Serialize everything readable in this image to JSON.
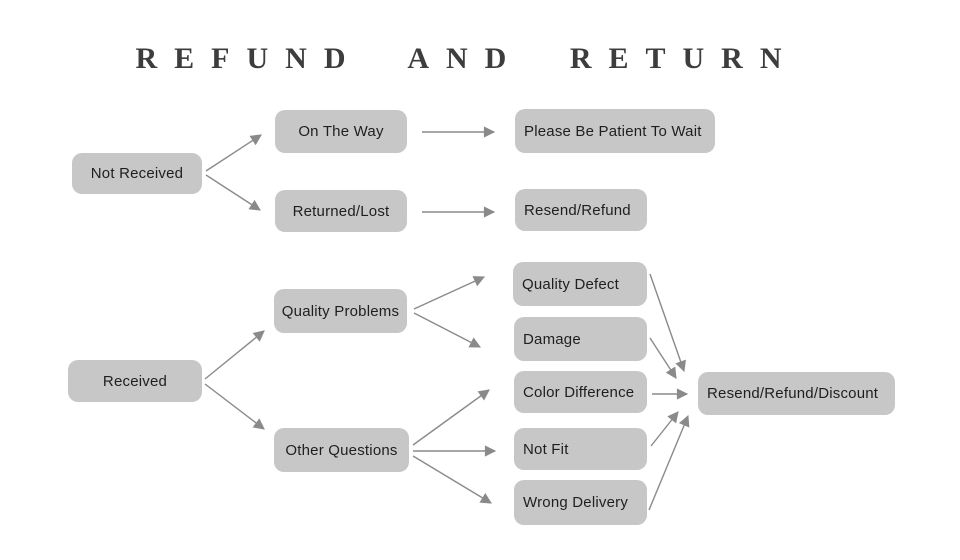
{
  "title": "REFUND AND RETURN",
  "colors": {
    "background": "#ffffff",
    "box_fill": "#c7c7c7",
    "box_text": "#1f1f1f",
    "arrow": "#8a8a8a",
    "title_text": "#3d3d3d"
  },
  "nodes": {
    "not_received": {
      "label": "Not Received"
    },
    "on_the_way": {
      "label": "On The Way"
    },
    "returned_lost": {
      "label": "Returned/Lost"
    },
    "please_wait": {
      "label": "Please Be Patient To Wait"
    },
    "resend_refund": {
      "label": "Resend/Refund"
    },
    "received": {
      "label": "Received"
    },
    "quality_problems": {
      "label": "Quality Problems"
    },
    "other_questions": {
      "label": "Other Questions"
    },
    "quality_defect": {
      "label": "Quality Defect"
    },
    "damage": {
      "label": "Damage"
    },
    "color_difference": {
      "label": "Color Difference"
    },
    "not_fit": {
      "label": "Not Fit"
    },
    "wrong_delivery": {
      "label": "Wrong Delivery"
    },
    "resend_refund_discount": {
      "label": "Resend/Refund/Discount"
    }
  },
  "edges": [
    {
      "from": "not_received",
      "to": "on_the_way"
    },
    {
      "from": "not_received",
      "to": "returned_lost"
    },
    {
      "from": "on_the_way",
      "to": "please_wait"
    },
    {
      "from": "returned_lost",
      "to": "resend_refund"
    },
    {
      "from": "received",
      "to": "quality_problems"
    },
    {
      "from": "received",
      "to": "other_questions"
    },
    {
      "from": "quality_problems",
      "to": "quality_defect"
    },
    {
      "from": "quality_problems",
      "to": "damage"
    },
    {
      "from": "other_questions",
      "to": "color_difference"
    },
    {
      "from": "other_questions",
      "to": "not_fit"
    },
    {
      "from": "other_questions",
      "to": "wrong_delivery"
    },
    {
      "from": "quality_defect",
      "to": "resend_refund_discount"
    },
    {
      "from": "damage",
      "to": "resend_refund_discount"
    },
    {
      "from": "color_difference",
      "to": "resend_refund_discount"
    },
    {
      "from": "not_fit",
      "to": "resend_refund_discount"
    },
    {
      "from": "wrong_delivery",
      "to": "resend_refund_discount"
    }
  ]
}
